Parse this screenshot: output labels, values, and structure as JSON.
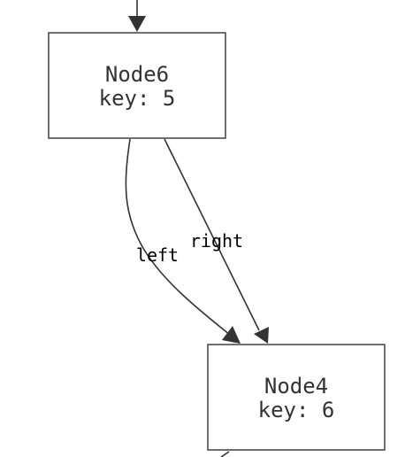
{
  "nodes": {
    "node6": {
      "name": "Node6",
      "key": "key: 5"
    },
    "node4": {
      "name": "Node4",
      "key": "key: 6"
    }
  },
  "edges": {
    "left": {
      "label": "left"
    },
    "right": {
      "label": "right"
    }
  },
  "colors": {
    "stroke": "#333333",
    "label": "#000000",
    "background": "#ffffff"
  }
}
